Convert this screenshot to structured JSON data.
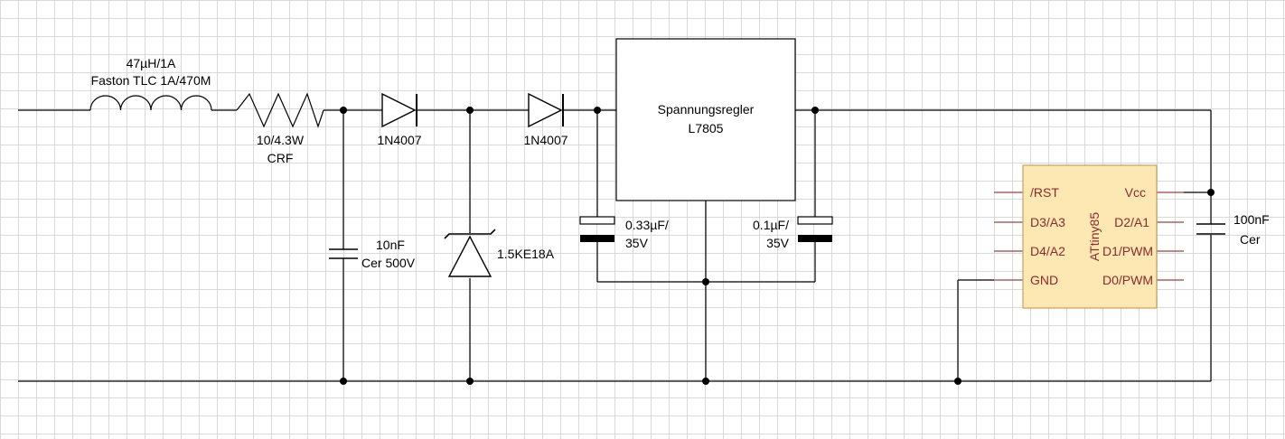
{
  "inductor": {
    "line1": "47µH/1A",
    "line2": "Faston TLC 1A/470M"
  },
  "resistor": {
    "value": "10/4.3W",
    "type": "CRF"
  },
  "diode1": {
    "part": "1N4007"
  },
  "diode2": {
    "part": "1N4007"
  },
  "capacitor_input": {
    "value": "10nF",
    "type": "Cer 500V"
  },
  "tvs": {
    "part": "1.5KE18A"
  },
  "regulator": {
    "title": "Spannungsregler",
    "part": "L7805"
  },
  "cap_reg_in": {
    "value": "0.33µF/",
    "voltage": "35V"
  },
  "cap_reg_out": {
    "value": "0.1µF/",
    "voltage": "35V"
  },
  "mcu": {
    "name": "ATtiny85",
    "pins_left": [
      "/RST",
      "D3/A3",
      "D4/A2",
      "GND"
    ],
    "pins_right": [
      "Vcc",
      "D2/A1",
      "D1/PWM",
      "D0/PWM"
    ],
    "fill_color": "#fde8b4",
    "border_color": "#c8a060",
    "text_color": "#8b2a2a"
  },
  "cap_decoupling": {
    "value": "100nF",
    "type": "Cer"
  }
}
